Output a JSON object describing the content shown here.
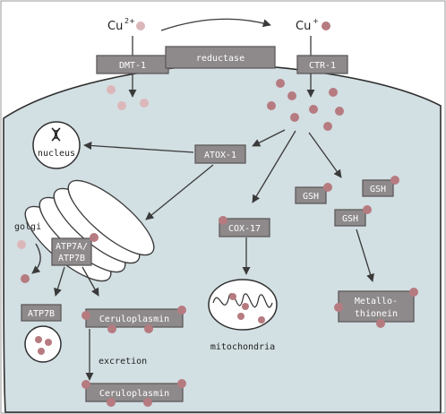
{
  "ions": {
    "cu2_base": "Cu",
    "cu2_sup": "2+",
    "cu1_base": "Cu",
    "cu1_sup": "+"
  },
  "proteins": {
    "dmt1": "DMT-1",
    "reductase": "reductase",
    "ctr1": "CTR-1",
    "atox1": "ATOX-1",
    "atp7a_line1": "ATP7A/",
    "atp7a_line2": "ATP7B",
    "atp7b": "ATP7B",
    "ceruloplasmin": "Ceruloplasmin",
    "ceruloplasmin_excreted": "Ceruloplasmin",
    "cox17": "COX-17",
    "gsh_1": "GSH",
    "gsh_2": "GSH",
    "gsh_3": "GSH",
    "metallo_line1": "Metallo-",
    "metallo_line2": "thionein"
  },
  "labels": {
    "nucleus": "nucleus",
    "golgi": "golgi",
    "mitochondria": "mitochondria",
    "excretion": "excretion"
  },
  "colors": {
    "cell_fill": "#d2dfe3",
    "protein_box": "#8e8a8b",
    "copper_dark": "#b67b80",
    "copper_light": "#dcb7ba"
  }
}
